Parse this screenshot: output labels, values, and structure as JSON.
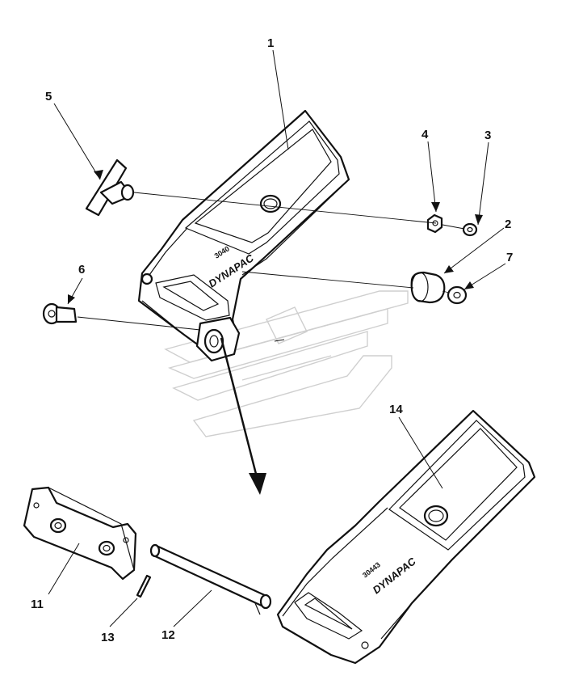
{
  "diagram": {
    "callouts": [
      {
        "id": "1",
        "label": "1"
      },
      {
        "id": "2",
        "label": "2"
      },
      {
        "id": "3",
        "label": "3"
      },
      {
        "id": "4",
        "label": "4"
      },
      {
        "id": "5",
        "label": "5"
      },
      {
        "id": "6",
        "label": "6"
      },
      {
        "id": "7",
        "label": "7"
      },
      {
        "id": "11",
        "label": "11"
      },
      {
        "id": "12",
        "label": "12"
      },
      {
        "id": "13",
        "label": "13"
      },
      {
        "id": "14",
        "label": "14"
      }
    ],
    "part_markings": {
      "upper_brand": "DYNAPAC",
      "upper_code": "3040",
      "lower_brand": "DYNAPAC",
      "lower_code": "30443"
    }
  }
}
